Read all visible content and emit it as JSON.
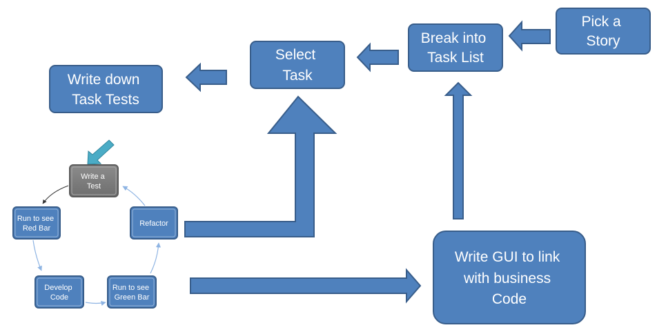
{
  "boxes": {
    "pick_story": [
      "Pick a",
      "Story"
    ],
    "break_task_list": [
      "Break into",
      "Task List"
    ],
    "select_task": [
      "Select",
      "Task"
    ],
    "write_task_tests": [
      "Write down",
      "Task Tests"
    ],
    "write_gui": [
      "Write GUI to link",
      "with business",
      "Code"
    ]
  },
  "cycle": {
    "write_test": [
      "Write a",
      "Test"
    ],
    "run_red": [
      "Run to see",
      "Red Bar"
    ],
    "develop_code": [
      "Develop",
      "Code"
    ],
    "run_green": [
      "Run to see",
      "Green Bar"
    ],
    "refactor": [
      "Refactor"
    ]
  },
  "colors": {
    "box_fill": "#4f81bd",
    "box_border": "#385d8a",
    "grey_box": "#7f7f7f",
    "pointer_arrow": "#4bacc6",
    "cycle_arrow": "#8eb4e3"
  }
}
